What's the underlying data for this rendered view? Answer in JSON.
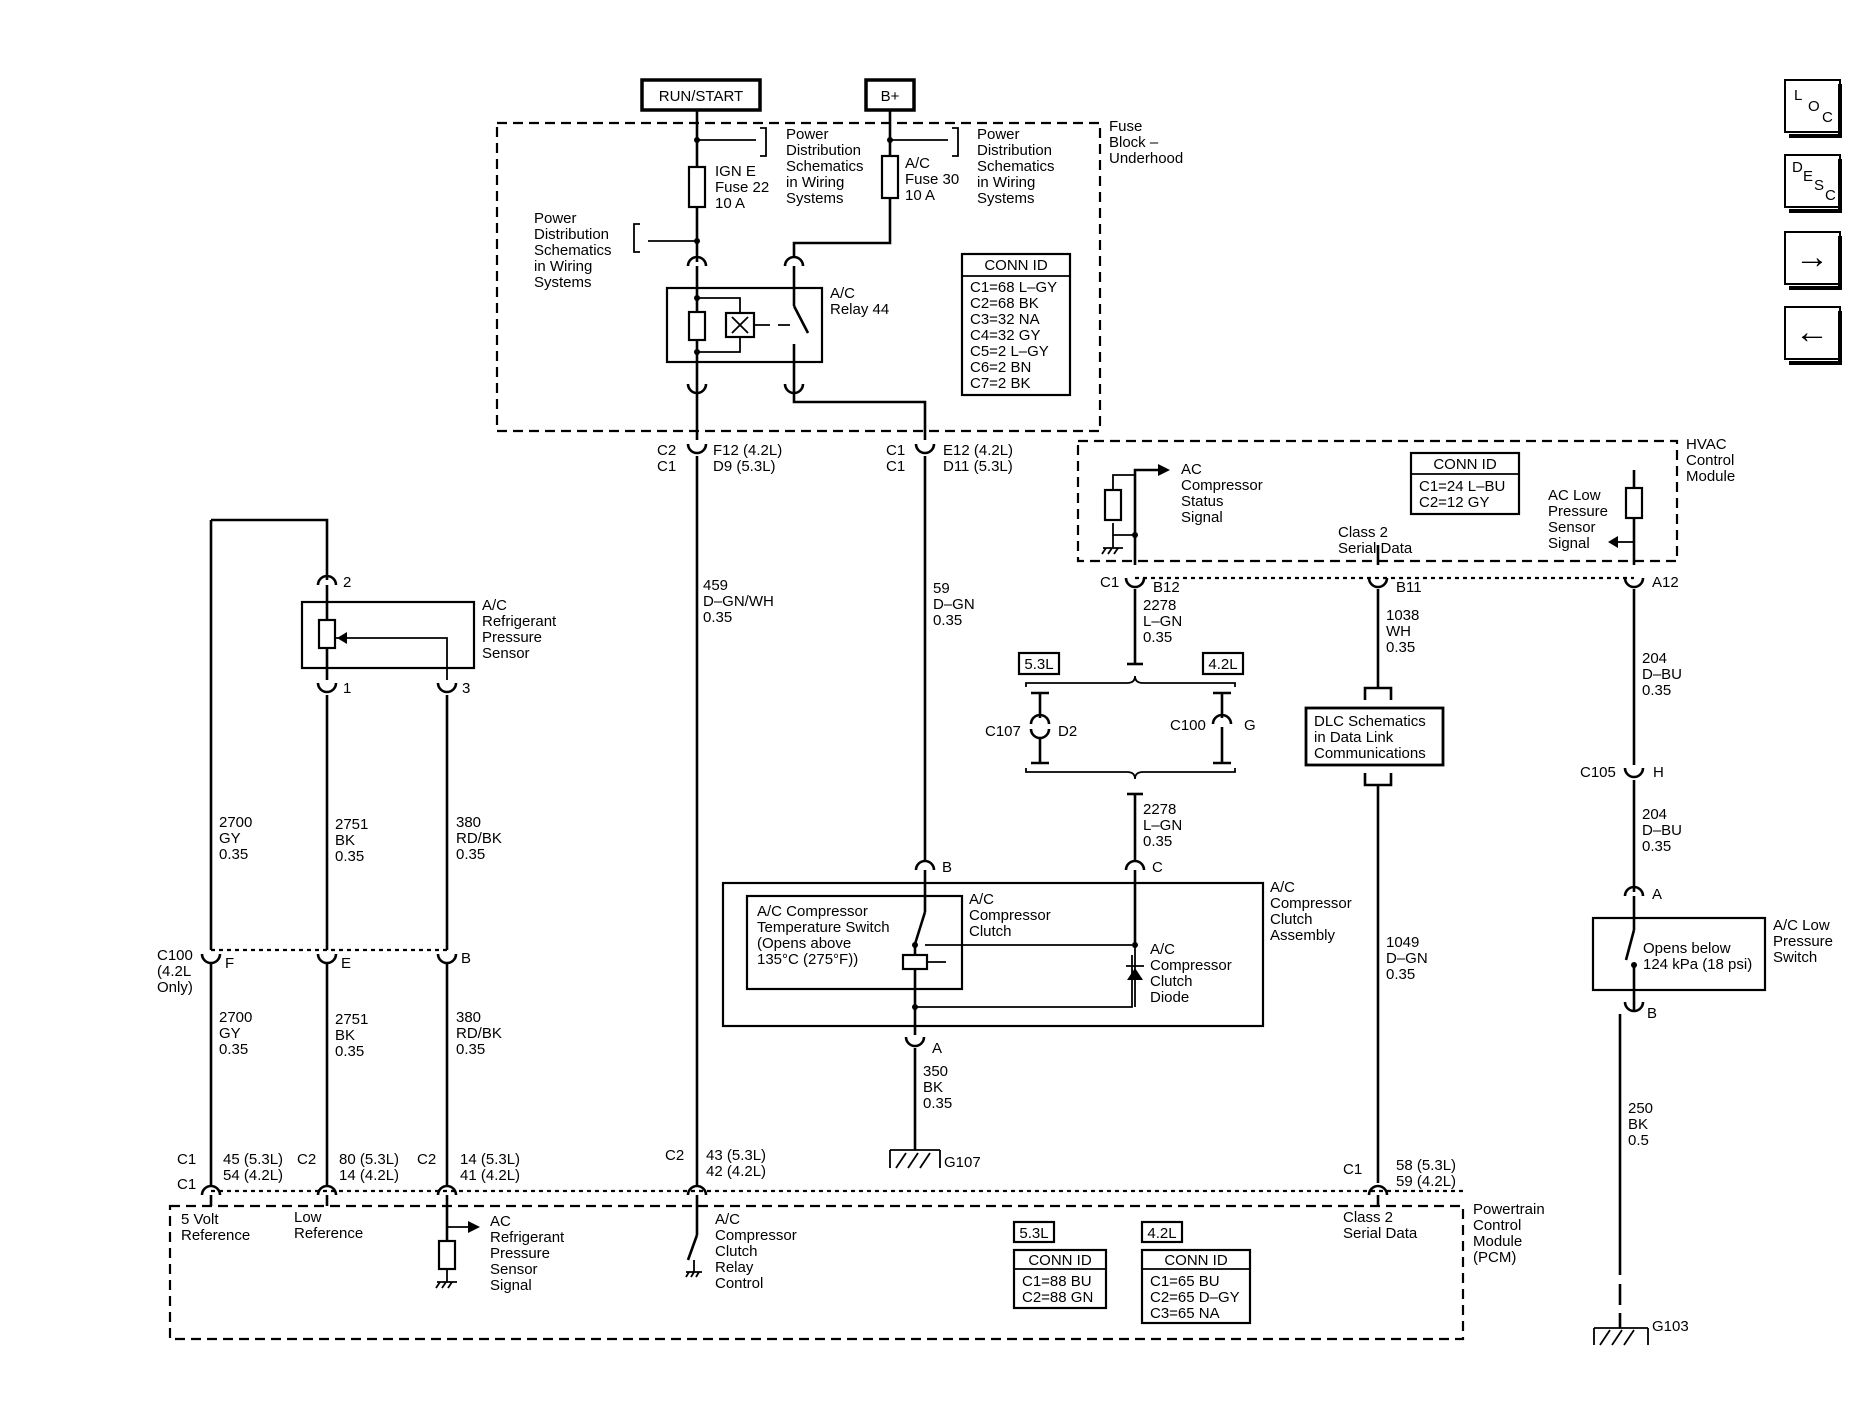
{
  "power": {
    "run_start": "RUN/START",
    "b_plus": "B+"
  },
  "fuse_block": {
    "label": [
      "Fuse",
      "Block –",
      "Underhood"
    ],
    "ign_fuse": [
      "IGN E",
      "Fuse 22",
      "10 A"
    ],
    "ac_fuse": [
      "A/C",
      "Fuse 30",
      "10 A"
    ],
    "pd_schematics": [
      "Power",
      "Distribution",
      "Schematics",
      "in Wiring",
      "Systems"
    ],
    "relay": [
      "A/C",
      "Relay 44"
    ],
    "conn_title": "CONN ID",
    "conn_ids": [
      "C1=68 L–GY",
      "C2=68 BK",
      "C3=32 NA",
      "C4=32 GY",
      "C5=2 L–GY",
      "C6=2 BN",
      "C7=2 BK"
    ]
  },
  "fuse_outputs": {
    "left": {
      "conn": [
        "C2",
        "C1"
      ],
      "pins": [
        "F12 (4.2L)",
        "D9 (5.3L)"
      ]
    },
    "right": {
      "conn": [
        "C1",
        "C1"
      ],
      "pins": [
        "E12 (4.2L)",
        "D11 (5.3L)"
      ]
    }
  },
  "wires": {
    "w459": [
      "459",
      "D–GN/WH",
      "0.35"
    ],
    "w59": [
      "59",
      "D–GN",
      "0.35"
    ],
    "w2278a": [
      "2278",
      "L–GN",
      "0.35"
    ],
    "w2278b": [
      "2278",
      "L–GN",
      "0.35"
    ],
    "w1038": [
      "1038",
      "WH",
      "0.35"
    ],
    "w1049": [
      "1049",
      "D–GN",
      "0.35"
    ],
    "w204a": [
      "204",
      "D–BU",
      "0.35"
    ],
    "w204b": [
      "204",
      "D–BU",
      "0.35"
    ],
    "w250": [
      "250",
      "BK",
      "0.5"
    ],
    "w350": [
      "350",
      "BK",
      "0.35"
    ],
    "w2700a": [
      "2700",
      "GY",
      "0.35"
    ],
    "w2751a": [
      "2751",
      "BK",
      "0.35"
    ],
    "w380a": [
      "380",
      "RD/BK",
      "0.35"
    ],
    "w2700b": [
      "2700",
      "GY",
      "0.35"
    ],
    "w2751b": [
      "2751",
      "BK",
      "0.35"
    ],
    "w380b": [
      "380",
      "RD/BK",
      "0.35"
    ]
  },
  "hvac": {
    "label": [
      "HVAC",
      "Control",
      "Module"
    ],
    "status_signal": [
      "AC",
      "Compressor",
      "Status",
      "Signal"
    ],
    "low_pressure_signal": [
      "AC Low",
      "Pressure",
      "Sensor",
      "Signal"
    ],
    "serial_data": [
      "Class 2",
      "Serial Data"
    ],
    "conn_title": "CONN ID",
    "conn_ids": [
      "C1=24 L–BU",
      "C2=12 GY"
    ],
    "pins": {
      "c1": "C1",
      "b12": "B12",
      "b11": "B11",
      "a12": "A12"
    }
  },
  "engine_select": {
    "left": "5.3L",
    "right": "4.2L"
  },
  "c107": {
    "conn": "C107",
    "pin": "D2"
  },
  "c100_split": {
    "conn": "C100",
    "pin": "G"
  },
  "dlc": [
    "DLC Schematics",
    "in Data Link",
    "Communications"
  ],
  "c105": {
    "conn": "C105",
    "pin": "H"
  },
  "low_pressure_switch": {
    "label": [
      "A/C Low",
      "Pressure",
      "Switch"
    ],
    "text": [
      "Opens below",
      "124 kPa (18 psi)"
    ],
    "pin_a": "A",
    "pin_b": "B"
  },
  "ground": {
    "g103": "G103",
    "g107": "G107"
  },
  "refrigerant_sensor": {
    "label": [
      "A/C",
      "Refrigerant",
      "Pressure",
      "Sensor"
    ],
    "pins": {
      "p1": "1",
      "p2": "2",
      "p3": "3"
    }
  },
  "c100": {
    "label": [
      "C100",
      "(4.2L",
      "Only)"
    ],
    "pins": {
      "f": "F",
      "e": "E",
      "b": "B"
    }
  },
  "compressor": {
    "assembly": [
      "A/C",
      "Compressor",
      "Clutch",
      "Assembly"
    ],
    "clutch": [
      "A/C",
      "Compressor",
      "Clutch"
    ],
    "temp_switch": [
      "A/C Compressor",
      "Temperature Switch",
      "(Opens above",
      "135°C (275°F))"
    ],
    "diode": [
      "A/C",
      "Compressor",
      "Clutch",
      "Diode"
    ],
    "pin_b": "B",
    "pin_c": "C",
    "pin_a": "A"
  },
  "pcm": {
    "label": [
      "Powertrain",
      "Control",
      "Module",
      "(PCM)"
    ],
    "five_volt": [
      "5 Volt",
      "Reference"
    ],
    "low_ref": [
      "Low",
      "Reference"
    ],
    "sensor_signal": [
      "AC",
      "Refrigerant",
      "Pressure",
      "Sensor",
      "Signal"
    ],
    "clutch_relay": [
      "A/C",
      "Compressor",
      "Clutch",
      "Relay",
      "Control"
    ],
    "serial_data": [
      "Class 2",
      "Serial Data"
    ],
    "conn": {
      "c1_top": "C1",
      "c1_bottom": "C1",
      "c2a": "C2",
      "c2b": "C2",
      "c2c": "C2",
      "c1_right": "C1"
    },
    "pins": {
      "p45": [
        "45 (5.3L)",
        "54 (4.2L)"
      ],
      "p80": [
        "80 (5.3L)",
        "14 (4.2L)"
      ],
      "p14": [
        "14 (5.3L)",
        "41 (4.2L)"
      ],
      "p43": [
        "43 (5.3L)",
        "42 (4.2L)"
      ],
      "p58": [
        "58 (5.3L)",
        "59 (4.2L)"
      ]
    },
    "conn53": {
      "engine": "5.3L",
      "title": "CONN ID",
      "ids": [
        "C1=88 BU",
        "C2=88 GN"
      ]
    },
    "conn42": {
      "engine": "4.2L",
      "title": "CONN ID",
      "ids": [
        "C1=65 BU",
        "C2=65 D–GY",
        "C3=65 NA"
      ]
    }
  },
  "nav": {
    "loc": [
      "L",
      "O",
      "C"
    ],
    "desc": [
      "D",
      "E",
      "S",
      "C"
    ],
    "next": "→",
    "prev": "←"
  }
}
